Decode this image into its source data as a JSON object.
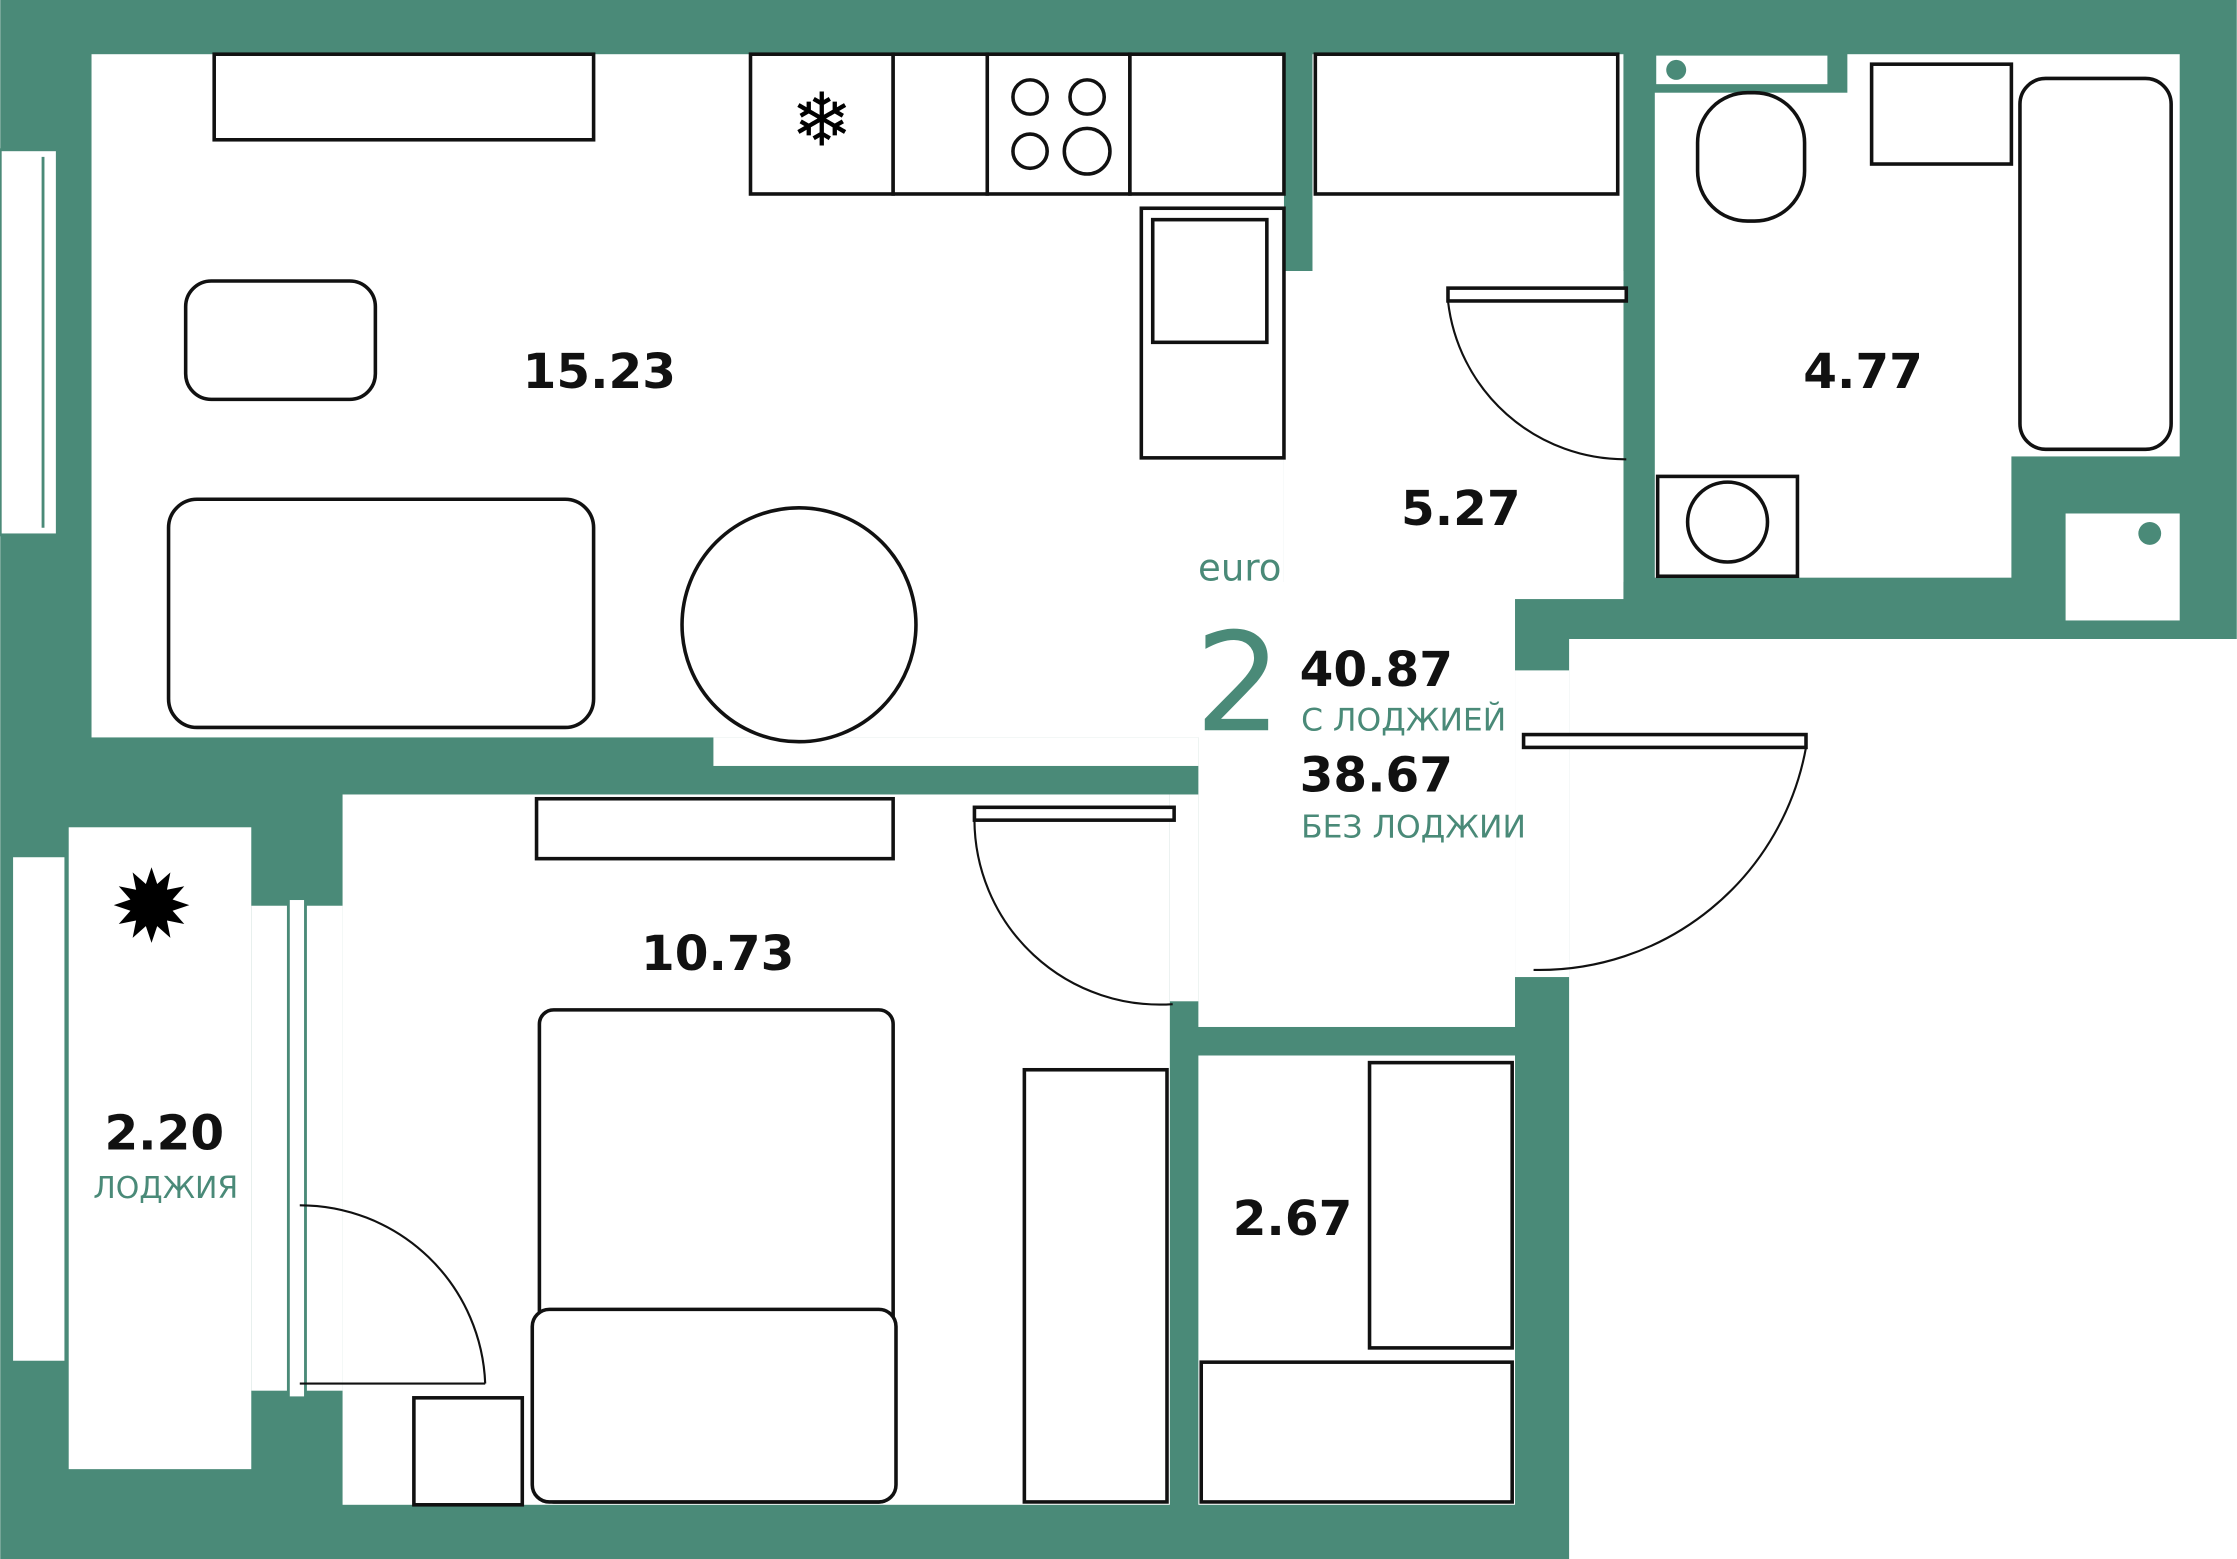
{
  "apartment": {
    "type_label": "euro",
    "rooms_count": "2",
    "total_with_loggia": "40.87",
    "with_loggia_label": "С ЛОДЖИЕЙ",
    "total_without_loggia": "38.67",
    "without_loggia_label": "БЕЗ ЛОДЖИИ"
  },
  "rooms": {
    "living_kitchen": "15.23",
    "bathroom": "4.77",
    "hall": "5.27",
    "bedroom": "10.73",
    "loggia": "2.20",
    "loggia_label": "ЛОДЖИЯ",
    "wardrobe": "2.67"
  },
  "colors": {
    "accent": "#4a8a78"
  }
}
